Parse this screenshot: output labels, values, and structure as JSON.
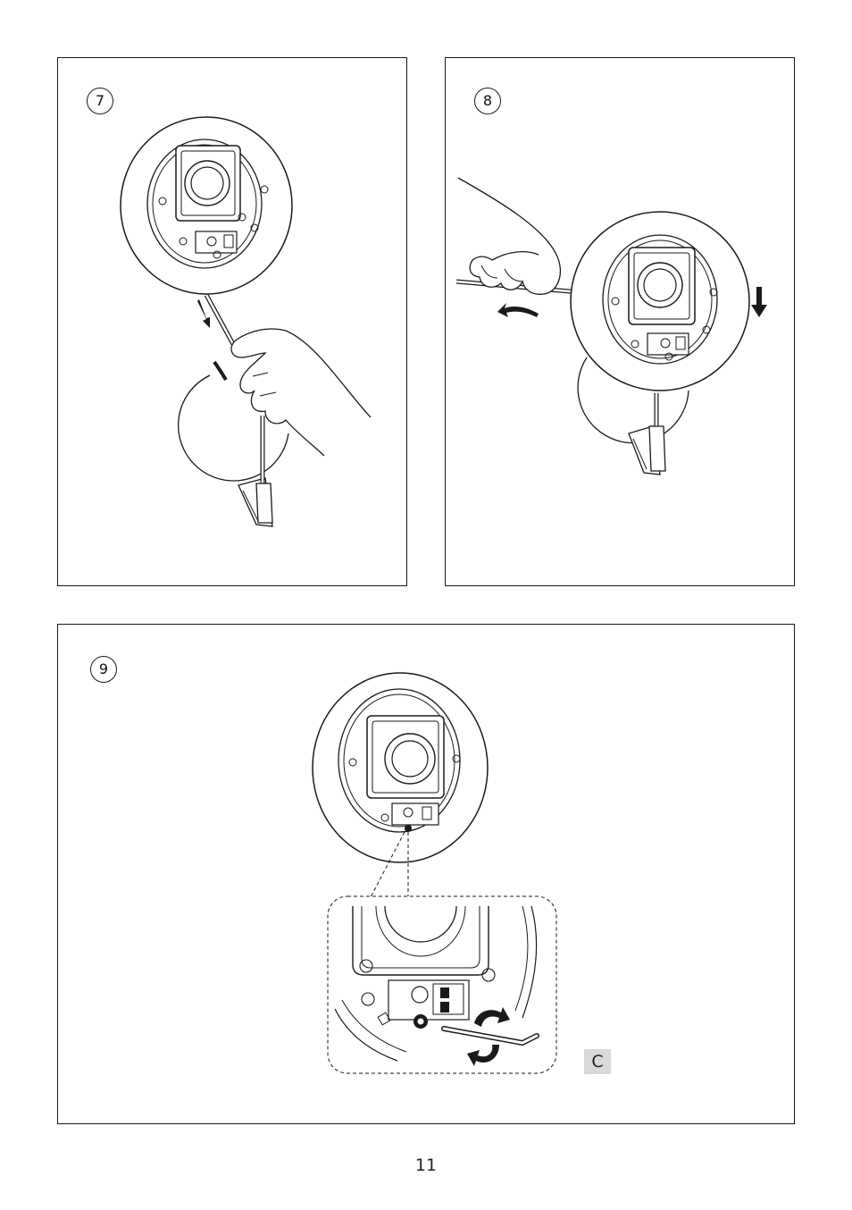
{
  "steps": [
    {
      "number": "7"
    },
    {
      "number": "8"
    },
    {
      "number": "9"
    }
  ],
  "callout_label": "C",
  "page_number": "11",
  "icons": [
    "circle-step-marker",
    "down-arrow-icon",
    "curved-arrow-icon",
    "rotate-arrows-icon",
    "hex-key-icon"
  ],
  "colors": {
    "line": "#1a1a1a",
    "label_background": "#d9d9d9"
  }
}
